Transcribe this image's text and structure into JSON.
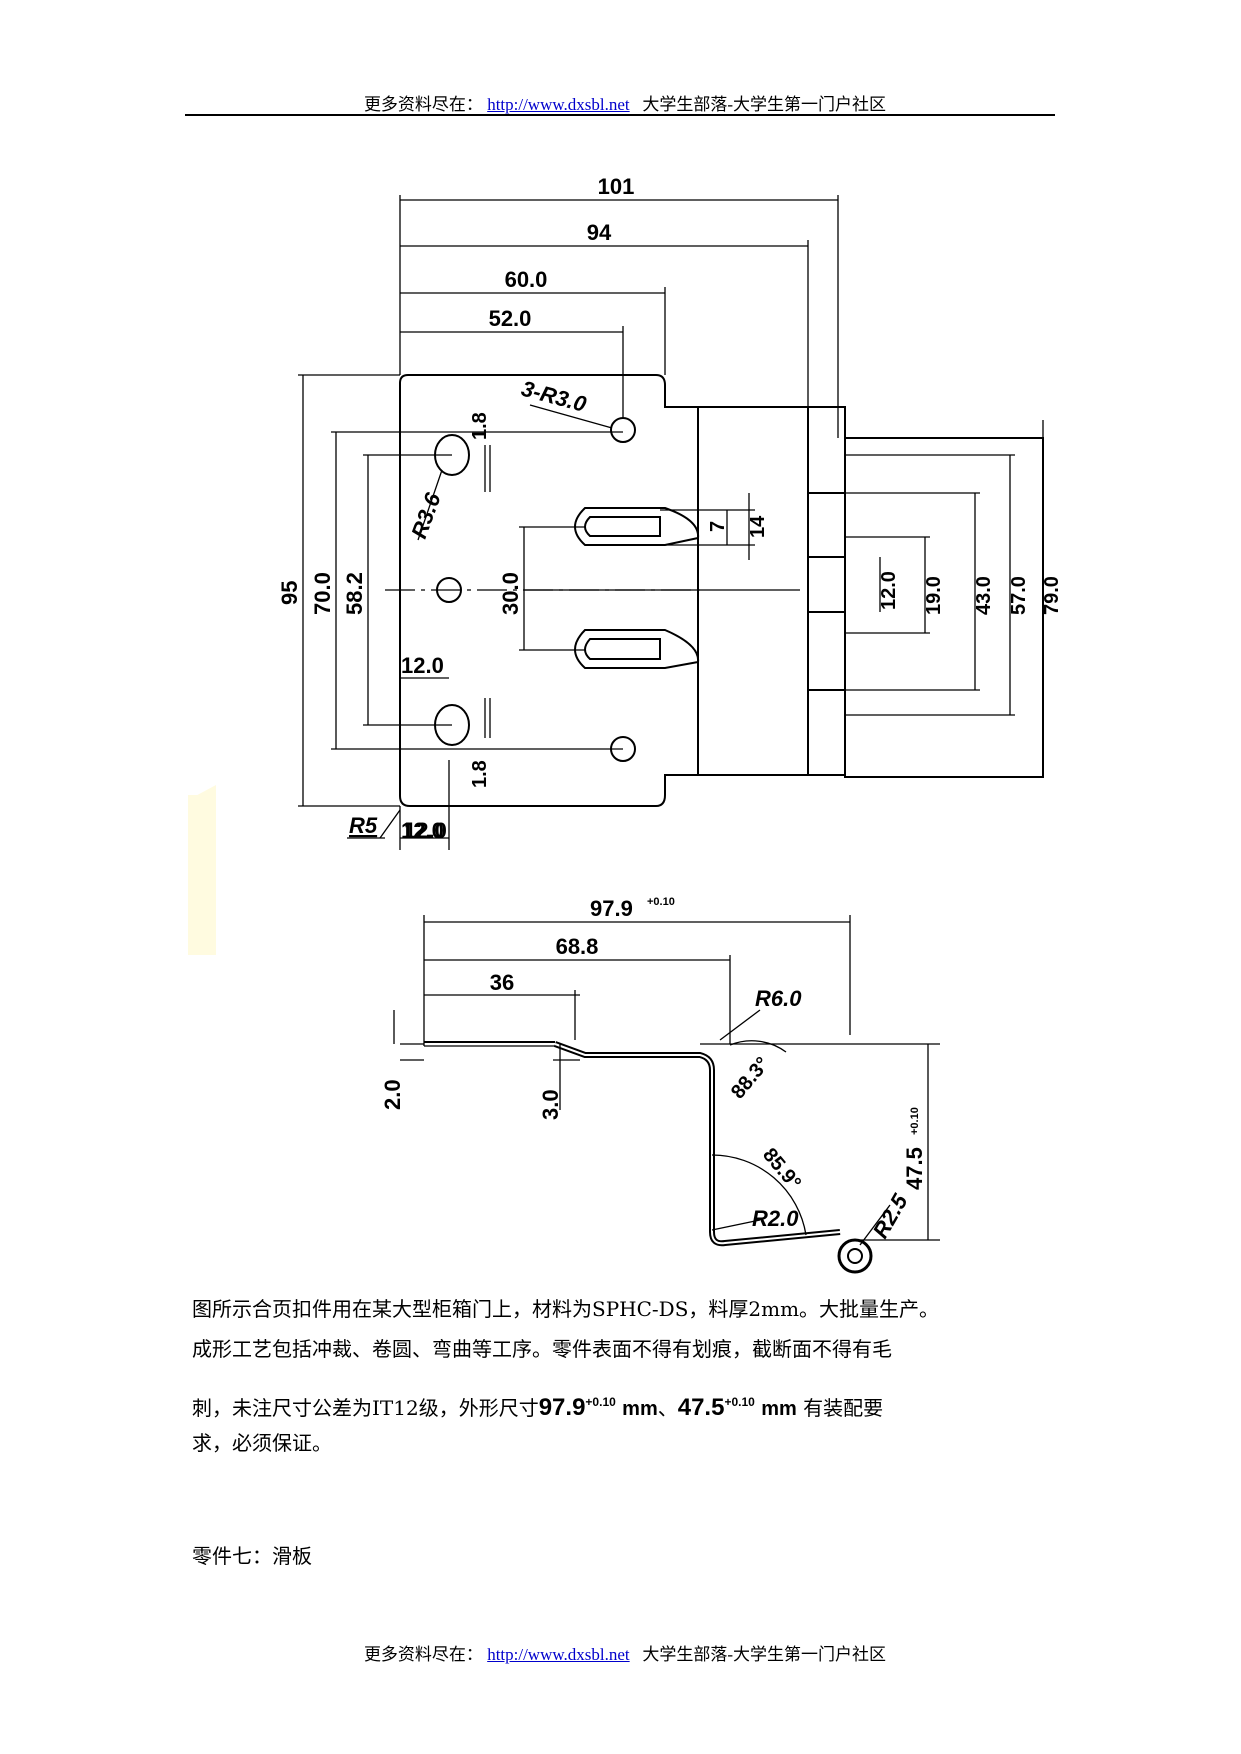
{
  "header": {
    "prefix": "更多资料尽在：",
    "url": "http://www.dxsbl.net",
    "suffix": "大学生部落-大学生第一门户社区"
  },
  "footer": {
    "prefix": "更多资料尽在：",
    "url": "http://www.dxsbl.net",
    "suffix": "大学生部落-大学生第一门户社区"
  },
  "top_view": {
    "dims": [
      "101",
      "94",
      "60.0",
      "52.0",
      "3-R3.0",
      "1.8",
      "R3.6",
      "7",
      "14",
      "95",
      "70.0",
      "58.2",
      "30.0",
      "12.0",
      "12.0",
      "19.0",
      "43.0",
      "57.0",
      "79.0",
      "12.0",
      "1.8",
      "R5",
      "12.0"
    ]
  },
  "side_view": {
    "dim_total": "97.9",
    "dim_total_tol": "+0.10",
    "dims": [
      "68.8",
      "36",
      "R6.0",
      "2.0",
      "3.0",
      "88.3°",
      "85.9°",
      "R2.0",
      "R2.5",
      "47.5"
    ],
    "dim_height_tol": "+0.10"
  },
  "description": {
    "line1": "图所示合页扣件用在某大型柜箱门上，材料为SPHC-DS，料厚2mm。大批量生产。",
    "line2": "成形工艺包括冲裁、卷圆、弯曲等工序。零件表面不得有划痕，截断面不得有毛",
    "line3_a": "刺，未注尺寸公差为IT12级，外形尺寸",
    "dim1": "97.9",
    "dim1_tol": "+0.10",
    "unit1": "mm",
    "sep": "、",
    "dim2": "47.5",
    "dim2_tol": "+0.10",
    "unit2": "mm",
    "line3_b": "有装配要",
    "line4": "求，必须保证。"
  },
  "part_title": "零件七：滑板"
}
